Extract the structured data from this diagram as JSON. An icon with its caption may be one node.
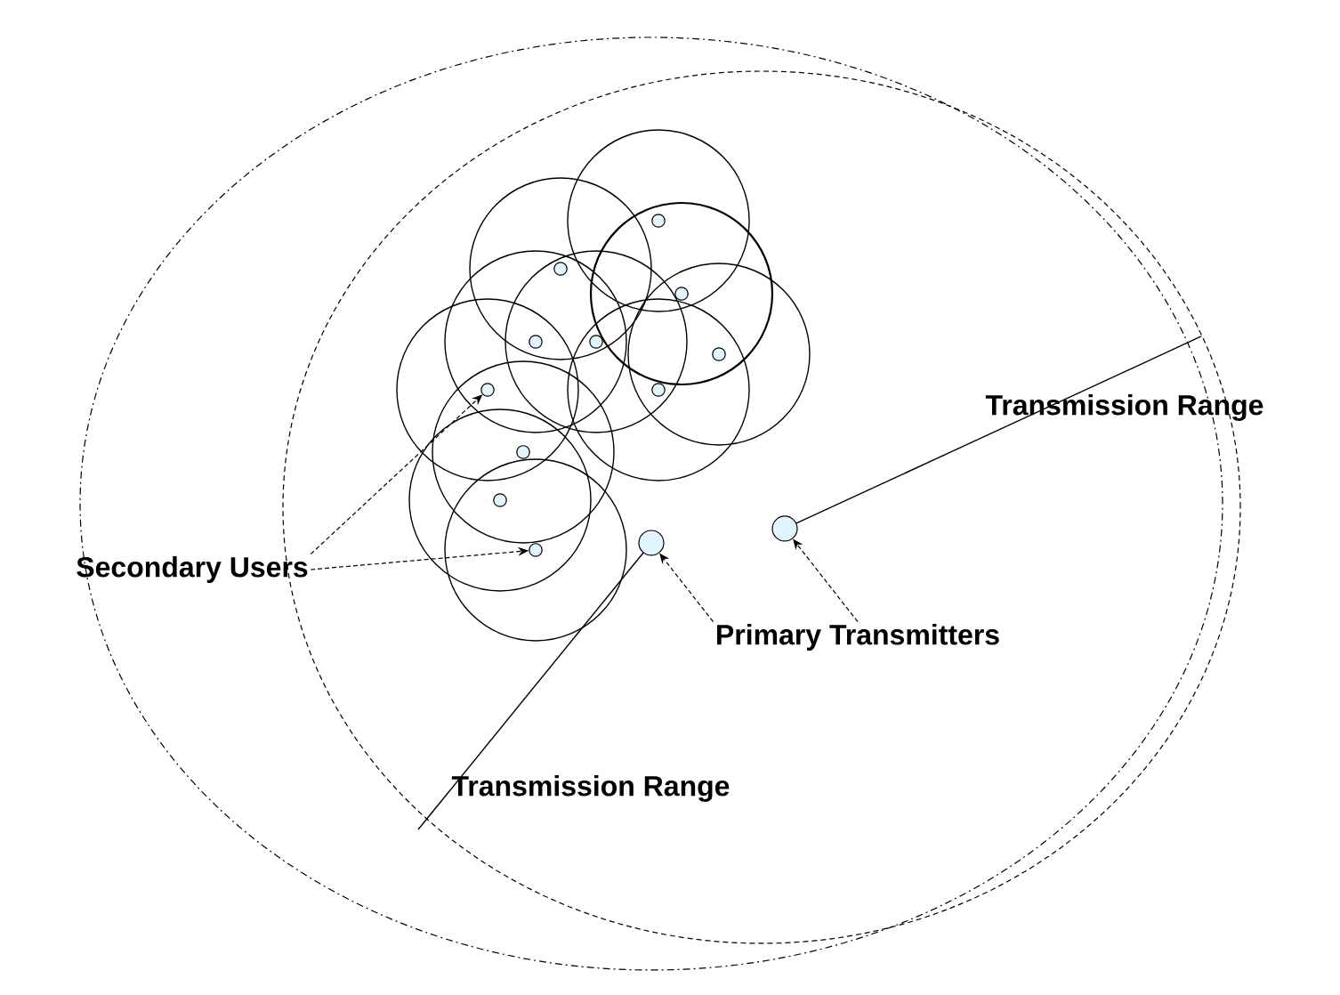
{
  "diagram": {
    "nodes": [
      {
        "text": [],
        "shape": "circle"
      },
      {
        "text": [],
        "shape": "circle"
      },
      {
        "text": [],
        "shape": "circle"
      },
      {
        "text": [],
        "shape": "circle"
      },
      {
        "text": [],
        "shape": "circle"
      },
      {
        "text": [],
        "shape": "circle"
      },
      {
        "text": [],
        "shape": "circle"
      },
      {
        "text": [],
        "shape": "circle"
      },
      {
        "text": [],
        "shape": "circle"
      },
      {
        "text": [],
        "shape": "circle"
      },
      {
        "text": [],
        "shape": "circle"
      },
      {
        "text": [],
        "shape": "circle"
      },
      {
        "text": [],
        "shape": "circle"
      },
      {
        "text": [
          "Secondary Users"
        ]
      },
      {
        "text": [
          "Primary Transmitters"
        ]
      }
    ],
    "edges": [
      {
        "from": 13,
        "to": 7,
        "arrow": "to",
        "style": "dashed"
      },
      {
        "from": 13,
        "to": 10,
        "arrow": "to",
        "style": "dashed"
      },
      {
        "from": 14,
        "to": 12,
        "arrow": "to",
        "style": "dashed"
      },
      {
        "from": 14,
        "to": 11,
        "arrow": "to",
        "style": "dashed"
      }
    ],
    "labels": [
      "Transmission Range",
      "Transmission Range"
    ]
  }
}
